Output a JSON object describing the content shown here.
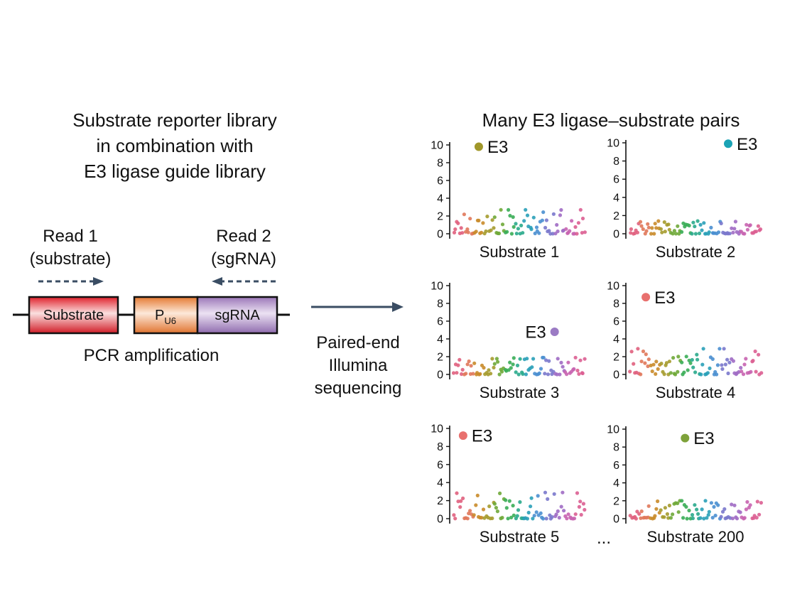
{
  "library": {
    "title_lines": [
      "Substrate reporter library",
      "in combination with",
      "E3 ligase guide library"
    ],
    "read1_lines": [
      "Read 1",
      "(substrate)"
    ],
    "read2_lines": [
      "Read 2",
      "(sgRNA)"
    ],
    "construct": {
      "substrate": "Substrate",
      "promoter": "P",
      "promoter_sub": "U6",
      "sgrna": "sgRNA"
    },
    "pcr_label": "PCR amplification"
  },
  "sequencing": {
    "lines": [
      "Paired-end",
      "Illumina",
      "sequencing"
    ]
  },
  "results": {
    "title": "Many E3 ligase–substrate pairs",
    "ellipsis": "...",
    "colors": {
      "substrate": "#e04d55",
      "promoter": "#e8945a",
      "sgrna": "#a988c0",
      "arrow": "#3a4d63"
    }
  },
  "chart_data": [
    {
      "type": "scatter",
      "xlabel": "Substrate 1",
      "ylim": [
        0,
        10
      ],
      "yticks": [
        0,
        2,
        4,
        6,
        8,
        10
      ],
      "highlight": {
        "label": "E3",
        "x": 0.19,
        "y": 9.8,
        "color": "#a0972a"
      },
      "max_background": 2.7
    },
    {
      "type": "scatter",
      "xlabel": "Substrate 2",
      "ylim": [
        0,
        10
      ],
      "yticks": [
        0,
        2,
        4,
        6,
        8,
        10
      ],
      "highlight": {
        "label": "E3",
        "x": 0.75,
        "y": 9.9,
        "color": "#1aa3b5"
      },
      "max_background": 1.4
    },
    {
      "type": "scatter",
      "xlabel": "Substrate 3",
      "ylim": [
        0,
        10
      ],
      "yticks": [
        0,
        2,
        4,
        6,
        8,
        10
      ],
      "highlight": {
        "label": "E3",
        "x": 0.77,
        "y": 4.8,
        "color": "#9b7bc4"
      },
      "max_background": 1.9
    },
    {
      "type": "scatter",
      "xlabel": "Substrate 4",
      "ylim": [
        0,
        10
      ],
      "yticks": [
        0,
        2,
        4,
        6,
        8,
        10
      ],
      "highlight": {
        "label": "E3",
        "x": 0.12,
        "y": 8.7,
        "color": "#e8706e"
      },
      "max_background": 2.9
    },
    {
      "type": "scatter",
      "xlabel": "Substrate 5",
      "ylim": [
        0,
        10
      ],
      "yticks": [
        0,
        2,
        4,
        6,
        8,
        10
      ],
      "highlight": {
        "label": "E3",
        "x": 0.07,
        "y": 9.2,
        "color": "#e8706e"
      },
      "max_background": 2.9
    },
    {
      "type": "scatter",
      "xlabel": "Substrate 200",
      "ylim": [
        0,
        10
      ],
      "yticks": [
        0,
        2,
        4,
        6,
        8,
        10
      ],
      "highlight": {
        "label": "E3",
        "x": 0.42,
        "y": 9.0,
        "color": "#7ea23a"
      },
      "max_background": 2.0
    }
  ]
}
